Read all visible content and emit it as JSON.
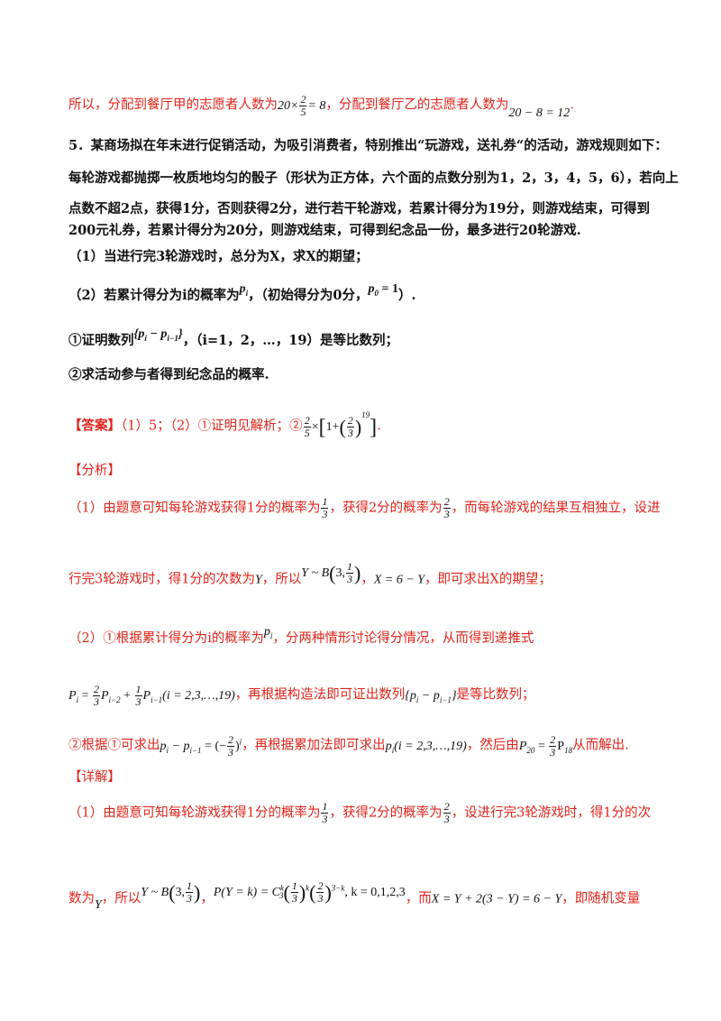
{
  "l1": {
    "a": "所以，分配到餐厅甲的志愿者人数为",
    "m1a": "20×",
    "m1n": "2",
    "m1d": "5",
    "m1b": "= 8",
    "b": "，分配到餐厅乙的志愿者人数为",
    "m2": "20 − 8 = 12",
    "c": "."
  },
  "problem": {
    "p1": "5．某商场拟在年末进行促销活动，为吸引消费者，特别推出“玩游戏，送礼券“的活动，游戏规则如下：",
    "p2": "每轮游戏都抛掷一枚质地均匀的骰子（形状为正方体，六个面的点数分别为1，2，3，4，5，6），若向上",
    "p3": "点数不超2点，获得1分，否则获得2分，进行若干轮游戏，若累计得分为19分，则游戏结束，可得到",
    "p4": "200元礼券，若累计得分为20分，则游戏结束，可得到纪念品一份，最多进行20轮游戏.",
    "q1": "（1）当进行完3轮游戏时，总分为X，求X的期望；",
    "q2a": "（2）若累计得分为i的概率为",
    "q2m": "p",
    "q2ms": "i",
    "q2b": "，（初始得分为0分，",
    "q2c": "p",
    "q2cs": "0",
    "q2cv": " = 1",
    "q2d": "）.",
    "s1a": "①证明数列",
    "s1m": "p",
    "s1ms": "i",
    "s1m2": " − p",
    "s1m2s": "i−1",
    "s1b": "，（i=1，2，…，19）是等比数列；",
    "s2": "②求活动参与者得到纪念品的概率."
  },
  "answer": {
    "label": "【答案】",
    "text": "（1）5；（2）①证明见解析；②",
    "n1": "2",
    "d1": "5",
    "times": "×",
    "one": "1+",
    "n2": "2",
    "d2": "3",
    "exp": "19",
    "end": "."
  },
  "analysis": {
    "label": "【分析】",
    "a1": "（1）由题意可知每轮游戏获得1分的概率为",
    "a1b": "，获得2分的概率为",
    "a1c": "，而每轮游戏的结果互相独立，设进",
    "a2": "行完3轮游戏时，得1分的次数为",
    "a2y": "Y",
    "a2b": "，所以",
    "a2m": "Y ~ B",
    "a2n": "3,",
    "a2c": "，",
    "a2x": "X = 6 − Y",
    "a2d": "，即可求出X的期望；",
    "b1": "（2）①根据累计得分为i的概率为",
    "b1m": "p",
    "b1s": "i",
    "b1b": "，分两种情形讨论得分情况，从而得到递推式",
    "c1m": "P",
    "c1s": "i",
    "c1eq": " = ",
    "c1p1": "P",
    "c1s1": "i−2",
    "c1plus": " + ",
    "c1p2": "P",
    "c1s2": "i−1",
    "c1rng": "(i = 2,3,…,19)",
    "c1b": "，再根据构造法即可证出数列",
    "c1seq": "p",
    "c1seqs": "i",
    "c1seq2": " − p",
    "c1seq2s": "i−1",
    "c1c": "是等比数列；",
    "d1": "②根据①可求出",
    "d1m": "p",
    "d1ms": "i",
    "d1m2": " − p",
    "d1m2s": "i−1",
    "d1m3": " = (−",
    "d1m4": ")",
    "d1m4s": "i",
    "d1b": "，再根据累加法即可求出",
    "d1c": "p",
    "d1cs": "i",
    "d1cr": "(i = 2,3,…,19)",
    "d1d": "，然后由",
    "d1e": "P",
    "d1es": "20",
    "d1eq": " = ",
    "d1f": "P",
    "d1fs": "18",
    "d1g": "从而解出."
  },
  "detail": {
    "label": "【详解】",
    "e1": "（1）由题意可知每轮游戏获得1分的概率为",
    "e1b": "，获得2分的概率为",
    "e1c": "，设进行完3轮游戏时，得1分的次",
    "f1": "数为",
    "f1y": "Y",
    "f1b": "，所以",
    "f1m": "Y ~ B",
    "f1n": "3,",
    "f1c": "，",
    "f1p": "P(Y = k) = C",
    "f1ps": "k",
    "f1pt": "3",
    "f1exp": "k",
    "f1exp2": "3−k",
    "f1k": ", k = 0,1,2,3",
    "f1d": "，而",
    "f1x": "X = Y + 2(3 − Y) = 6 − Y",
    "f1e": "，即随机变量"
  },
  "fracs": {
    "one": "1",
    "two": "2",
    "three": "3"
  }
}
